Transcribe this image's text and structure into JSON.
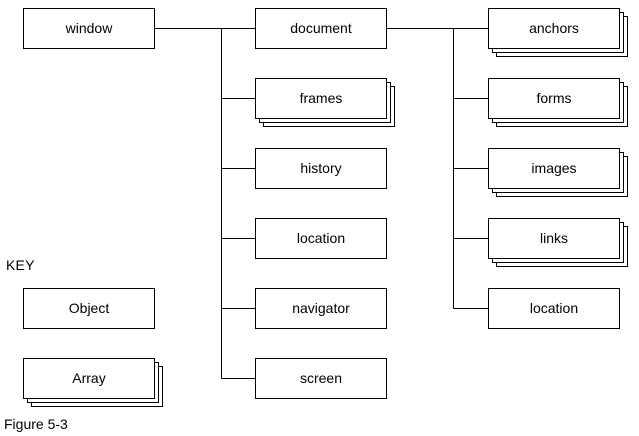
{
  "root": {
    "id": "window",
    "label": "window"
  },
  "window_children": [
    {
      "id": "document",
      "label": "document",
      "kind": "object"
    },
    {
      "id": "frames",
      "label": "frames",
      "kind": "array"
    },
    {
      "id": "history",
      "label": "history",
      "kind": "object"
    },
    {
      "id": "location",
      "label": "location",
      "kind": "object"
    },
    {
      "id": "navigator",
      "label": "navigator",
      "kind": "object"
    },
    {
      "id": "screen",
      "label": "screen",
      "kind": "object"
    }
  ],
  "document_children": [
    {
      "id": "anchors",
      "label": "anchors",
      "kind": "array"
    },
    {
      "id": "forms",
      "label": "forms",
      "kind": "array"
    },
    {
      "id": "images",
      "label": "images",
      "kind": "array"
    },
    {
      "id": "links",
      "label": "links",
      "kind": "array"
    },
    {
      "id": "document-location",
      "label": "location",
      "kind": "object"
    }
  ],
  "key": {
    "heading": "KEY",
    "object_label": "Object",
    "array_label": "Array"
  },
  "caption": "Figure 5-3",
  "colors": {
    "stroke": "#000000",
    "fill": "#ffffff"
  }
}
